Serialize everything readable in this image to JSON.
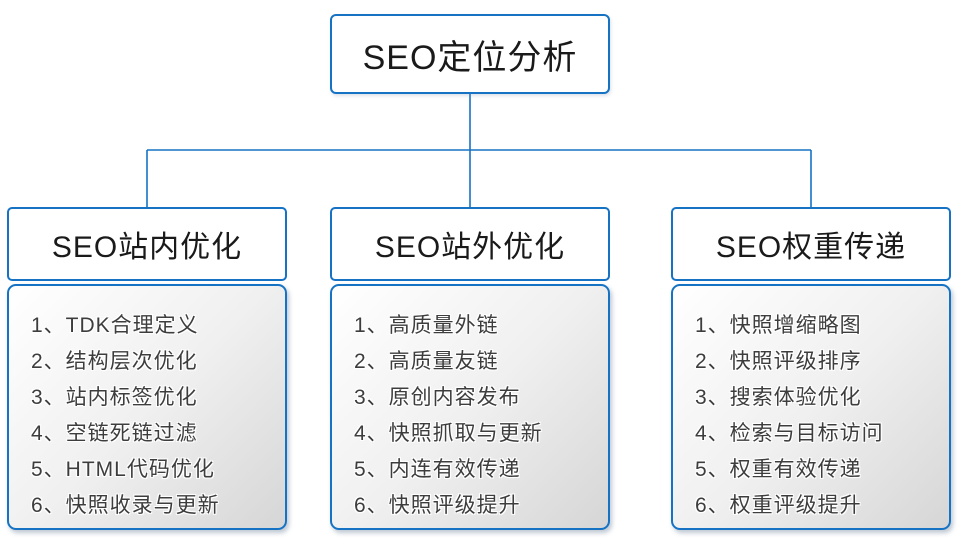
{
  "diagram": {
    "title": "SEO定位分析",
    "columns": [
      {
        "title": "SEO站内优化",
        "items": [
          "1、TDK合理定义",
          "2、结构层次优化",
          "3、站内标签优化",
          "4、空链死链过滤",
          "5、HTML代码优化",
          "6、快照收录与更新"
        ]
      },
      {
        "title": "SEO站外优化",
        "items": [
          "1、高质量外链",
          "2、高质量友链",
          "3、原创内容发布",
          "4、快照抓取与更新",
          "5、内连有效传递",
          "6、快照评级提升"
        ]
      },
      {
        "title": "SEO权重传递",
        "items": [
          "1、快照增缩略图",
          "2、快照评级排序",
          "3、搜索体验优化",
          "4、检索与目标访问",
          "5、权重有效传递",
          "6、权重评级提升"
        ]
      }
    ],
    "colors": {
      "border_blue": "#1673c4",
      "list_gradient_top": "#ffffff",
      "list_gradient_bottom": "#d6d6d6",
      "text_dark": "#1a1a1a",
      "list_text": "#3d3d3d"
    }
  }
}
